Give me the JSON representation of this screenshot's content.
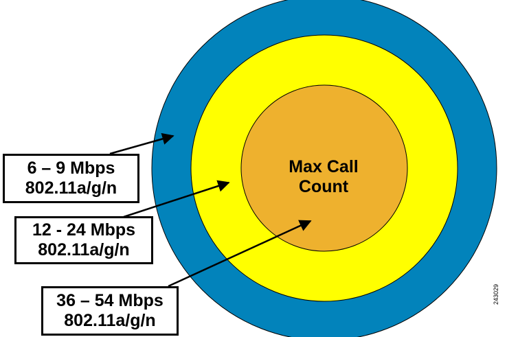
{
  "colors": {
    "outer_ring": "#0283BB",
    "middle_ring": "#FFFF00",
    "inner_circle": "#EEB12E",
    "outline": "#000000"
  },
  "rings": [
    {
      "name": "outer",
      "rate": "6 – 9 Mbps",
      "standard": "802.11a/g/n"
    },
    {
      "name": "middle",
      "rate": "12 - 24 Mbps",
      "standard": "802.11a/g/n"
    },
    {
      "name": "inner",
      "rate": "36 – 54 Mbps",
      "standard": "802.11a/g/n"
    }
  ],
  "center": {
    "line1": "Max Call",
    "line2": "Count"
  },
  "figure_id": "243029"
}
